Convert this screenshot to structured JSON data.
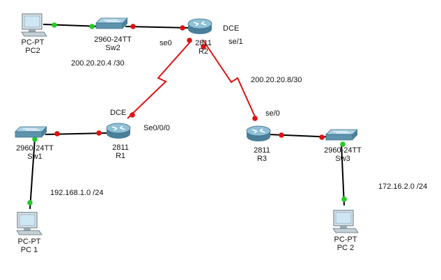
{
  "colors": {
    "ethernet_link": "#000000",
    "serial_link": "#e01010",
    "port_up": "#22cc22",
    "port_down": "#dd1111",
    "device_fill": "#6f9fb8",
    "pc_screen": "#cfe6f5"
  },
  "devices": {
    "pc2": {
      "model": "PC-PT",
      "name": "PC2",
      "icon": "pc-icon"
    },
    "sw2": {
      "model": "2960-24TT",
      "name": "Sw2",
      "icon": "switch-icon"
    },
    "r2": {
      "model": "2811",
      "name": "R2",
      "icon": "router-icon"
    },
    "r1": {
      "model": "2811",
      "name": "R1",
      "icon": "router-icon"
    },
    "r3": {
      "model": "2811",
      "name": "R3",
      "icon": "router-icon"
    },
    "sw1": {
      "model": "2960-24TT",
      "name": "Sw1",
      "icon": "switch-icon"
    },
    "sw3": {
      "model": "2960-24TT",
      "name": "Sw3",
      "icon": "switch-icon"
    },
    "pc1": {
      "model": "PC-PT",
      "name": "PC 1",
      "icon": "pc-icon"
    },
    "pc2b": {
      "model": "PC-PT",
      "name": "PC 2",
      "icon": "pc-icon"
    }
  },
  "interfaces": {
    "r2_dce": "DCE",
    "r2_se0": "se0",
    "r2_se1": "se/1",
    "r1_dce": "DCE",
    "r1_se000": "Se0/0/0",
    "r3_se0": "se/0"
  },
  "networks": {
    "net_r2_r1": "200.20.20.4 /30",
    "net_r2_r3": "200.20.20.8/30",
    "lan_r1": "192.168.1.0 /24",
    "lan_r3": "172.16.2.0 /24"
  }
}
